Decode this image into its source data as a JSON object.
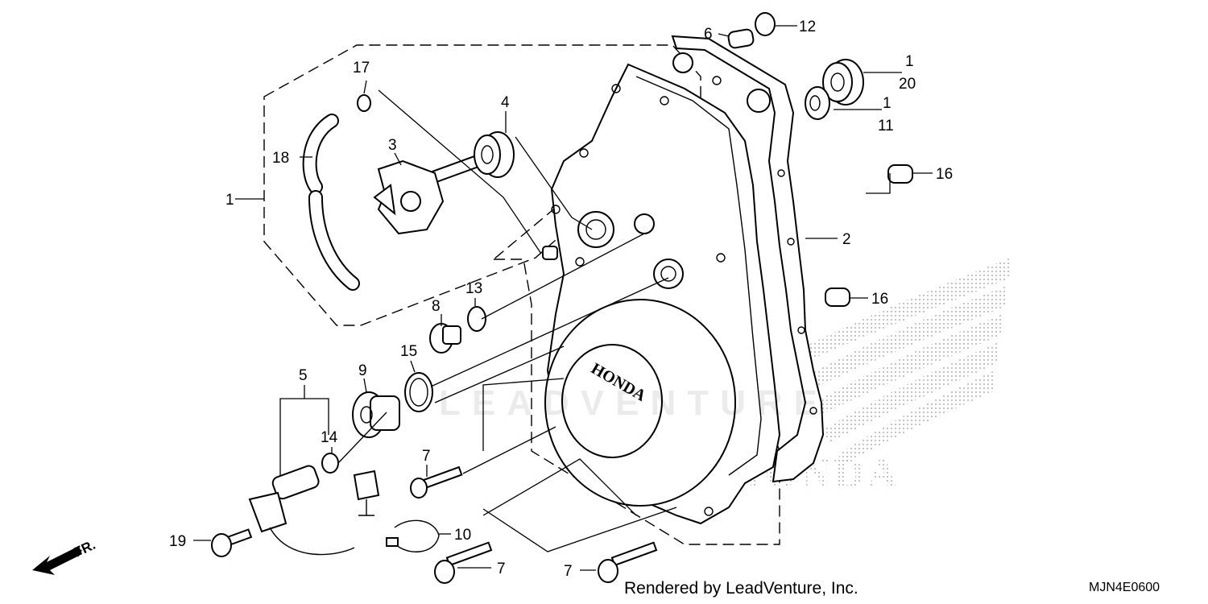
{
  "diagram": {
    "labels": {
      "p1_top": "1",
      "p1_mid": "1",
      "p1_left": "1",
      "p2": "2",
      "p3": "3",
      "p4": "4",
      "p5": "5",
      "p6": "6",
      "p7_a": "7",
      "p7_b": "7",
      "p7_c": "7",
      "p8": "8",
      "p9": "9",
      "p10": "10",
      "p11": "11",
      "p12": "12",
      "p13": "13",
      "p14": "14",
      "p15": "15",
      "p16_a": "16",
      "p16_b": "16",
      "p17": "17",
      "p18": "18",
      "p19": "19",
      "p20": "20"
    },
    "cover_logo": "HONDA",
    "background_logo": "HONDA",
    "watermark": "LEADVENTURE",
    "front_indicator": "FR.",
    "credit": "Rendered by LeadVenture, Inc.",
    "diagram_code": "MJN4E0600"
  }
}
